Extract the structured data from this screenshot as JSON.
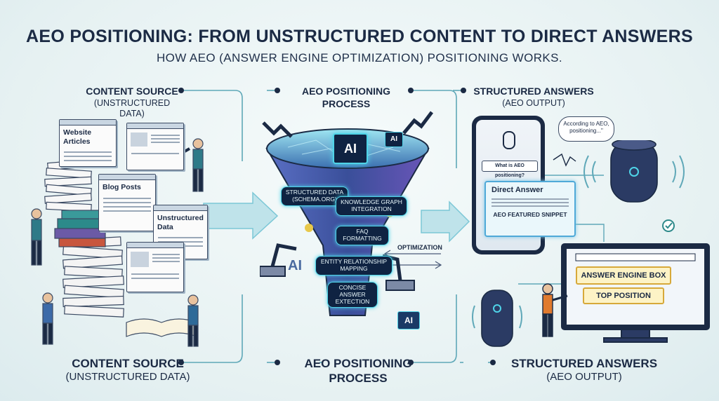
{
  "header": {
    "title": "AEO POSITIONING: FROM UNSTRUCTURED CONTENT TO DIRECT ANSWERS",
    "subtitle": "HOW AEO (ANSWER ENGINE OPTIMIZATION) POSITIONING WORKS."
  },
  "left": {
    "top_title": "CONTENT SOURCE",
    "top_sub": "(UNSTRUCTURED DATA)",
    "bottom_title": "CONTENT SOURCE",
    "bottom_sub": "(UNSTRUCTURED DATA)",
    "docs": [
      "Website Articles",
      "Blog Posts",
      "Unstructured Data"
    ]
  },
  "center": {
    "top_title": "AEO POSITIONING",
    "top_title2": "PROCESS",
    "bottom_title": "AEO POSITIONING",
    "bottom_title2": "PROCESS",
    "ai_chip": "AI",
    "ai_chip_small": "AI",
    "ai_side": "AI",
    "ai_robot": "AI",
    "steps": [
      "STRUCTURED DATA (SCHEMA.ORG)",
      "KNOWLEDGE GRAPH INTEGRATION",
      "FAQ FORMATTING",
      "ENTITY RELATIONSHIP MAPPING",
      "CONCISE ANSWER EXTECTION"
    ],
    "optimization_label": "OPTIMIZATION"
  },
  "right": {
    "top_title": "STRUCTURED ANSWERS",
    "top_sub": "(AEO OUTPUT)",
    "bottom_title": "STRUCTURED ANSWERS",
    "bottom_sub": "(AEO OUTPUT)",
    "phone_query": "What is AEO positioning?",
    "direct_answer": "Direct Answer",
    "featured_snippet": "AEO FEATURED SNIPPET",
    "speech_bubble": "According to AEO, positioning...\"",
    "answer_box": "ANSWER ENGINE BOX",
    "top_position": "TOP POSITION"
  },
  "colors": {
    "navy": "#1b2a44",
    "cyan": "#4fd4e8",
    "funnel": "#3a4f9a",
    "teal_arrow": "#7cc7d6",
    "yellow": "#fdf3c6"
  }
}
